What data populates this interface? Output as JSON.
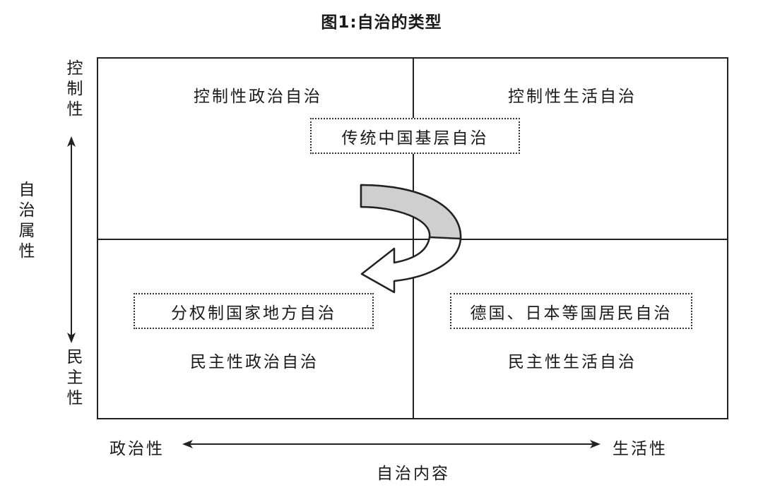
{
  "title": "图1:自治的类型",
  "quadrants": {
    "top_left": "控制性政治自治",
    "top_right": "控制性生活自治",
    "bottom_left": "民主性政治自治",
    "bottom_right": "民主性生活自治"
  },
  "boxes": {
    "traditional_china": "传统中国基层自治",
    "decentralized": "分权制国家地方自治",
    "germany_japan": "德国、日本等国居民自治"
  },
  "vertical_axis": {
    "title": "自治属性",
    "top_end": "控制性",
    "bottom_end": "民主性"
  },
  "horizontal_axis": {
    "title": "自治内容",
    "left_end": "政治性",
    "right_end": "生活性"
  },
  "colors": {
    "lines": "#222222",
    "curved_arrow_fill": "#cfcfcf"
  }
}
